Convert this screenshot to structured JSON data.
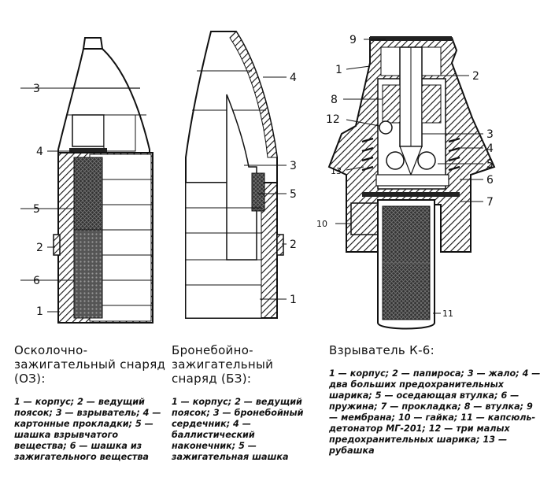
{
  "diagrams": {
    "oz": {
      "labels": [
        "3",
        "4",
        "5",
        "2",
        "6",
        "1"
      ],
      "caption_title": "Осколочно-зажигательный снаряд (ОЗ):",
      "legend": "1 — корпус; 2 — ведущий поясок; 3 — взрыватель; 4 — картонные прокладки; 5 — шашка взрывчатого вещества; 6 — шашка из зажигательного вещества"
    },
    "bz": {
      "labels": [
        "4",
        "3",
        "5",
        "2",
        "1"
      ],
      "caption_title": "Бронебойно-зажигательный снаряд (БЗ):",
      "legend": "1 — корпус; 2 — ведущий поясок; 3 — бронебойный сердечник; 4 — баллистический наконечник; 5 — зажигательная шашка"
    },
    "k6": {
      "labels": [
        "9",
        "1",
        "2",
        "8",
        "12",
        "3",
        "4",
        "5",
        "13",
        "6",
        "7",
        "10",
        "11"
      ],
      "caption_title": "Взрыватель К-6:",
      "legend": "1 — корпус; 2 — папироса; 3 — жало; 4 — два больших предохранительных шарика; 5 — оседающая втулка; 6 — пружина; 7 — прокладка; 8 — втулка; 9 — мембрана; 10 — гайка; 11 — капсюль-детонатор МГ-201; 12 — три малых предохранительных шарика; 13 — рубашка"
    }
  }
}
